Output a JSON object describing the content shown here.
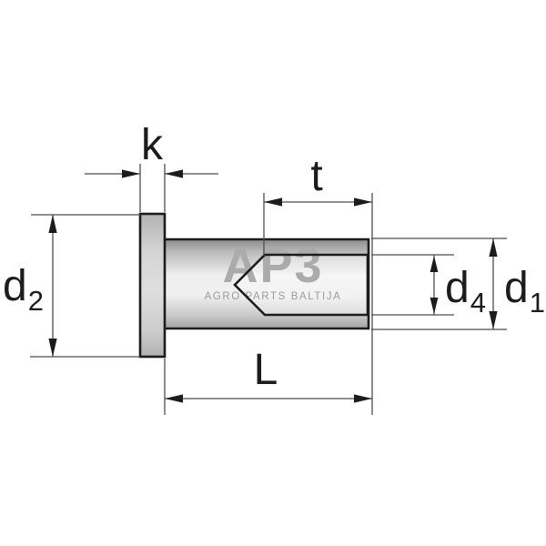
{
  "figure": {
    "description": "Technical drawing of a flat-head rivet / rivet nut in cross-section with dimension callouts"
  },
  "watermark": {
    "logo": "AP3",
    "tagline": "AGRO PARTS BALTIJA"
  },
  "dimensions": {
    "k": {
      "label": "k"
    },
    "t": {
      "label": "t"
    },
    "L": {
      "label": "L"
    },
    "d2": {
      "base": "d",
      "sub": "2"
    },
    "d4": {
      "base": "d",
      "sub": "4"
    },
    "d1": {
      "base": "d",
      "sub": "1"
    }
  },
  "colors": {
    "background": "#ffffff",
    "outline": "#1c1c1c",
    "dimension_lines": "#4d4d4d",
    "arrowheads": "#1c1c1c",
    "watermark_logo": "#ababab",
    "watermark_tagline": "#9b9b9b",
    "metal_light": "#f0f0f0",
    "metal_dark": "#8a8a8a"
  }
}
